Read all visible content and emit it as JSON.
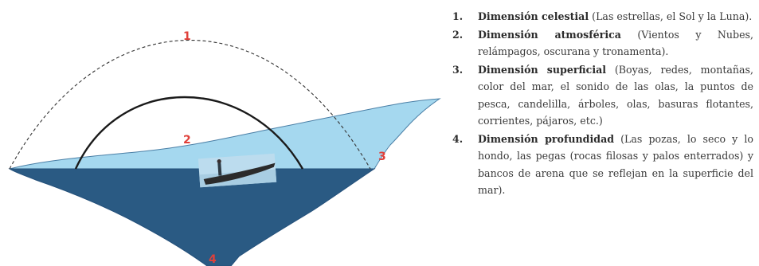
{
  "diagram": {
    "labels": {
      "region_1": "1",
      "region_2": "2",
      "region_3": "3",
      "region_4": "4"
    },
    "colors": {
      "surface_water": "#a5d8ef",
      "deep_water": "#2a5a83",
      "outline": "#4a7fa6",
      "dashed_arc": "#333333",
      "solid_arc": "#1a1a1a",
      "number_labels": "#e0403a"
    }
  },
  "legend": {
    "items": [
      {
        "number": "1.",
        "title": "Dimensión celestial",
        "text": "(Las estrellas, el Sol y la Luna)."
      },
      {
        "number": "2.",
        "title": "Dimensión atmosférica",
        "text": "(Vientos y Nubes, relámpagos, oscurana y tronamenta)."
      },
      {
        "number": "3.",
        "title": "Dimensión superficial",
        "text": "(Boyas, redes, montañas, color del mar, el sonido de las olas, la puntos de pesca, candelilla, árboles, olas, basuras flotantes, corrientes, pájaros, etc.)"
      },
      {
        "number": "4.",
        "title": "Dimensión profundidad",
        "text": "(Las pozas, lo seco y lo hondo, las pegas (rocas filosas y palos enterrados) y bancos de arena que se reflejan en la superficie del mar)."
      }
    ]
  }
}
